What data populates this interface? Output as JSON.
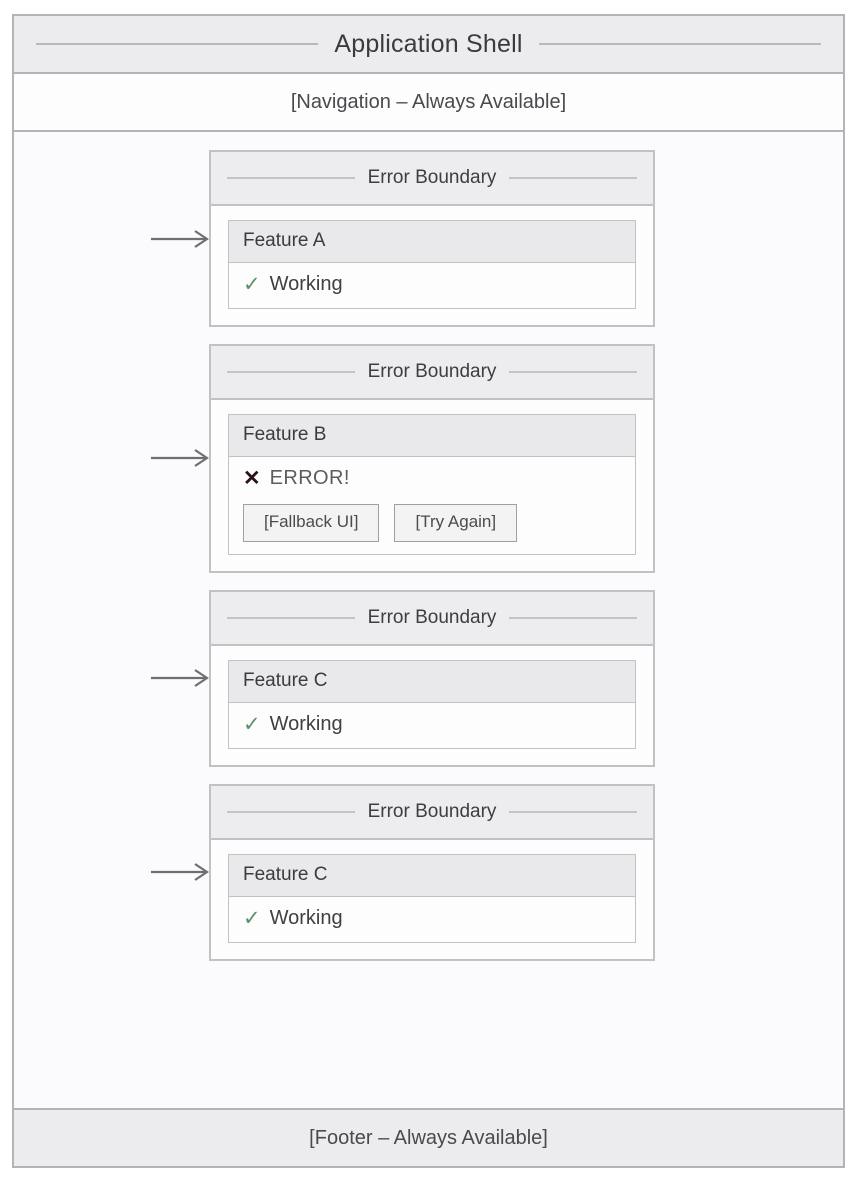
{
  "shell": {
    "title": "Application Shell",
    "navigation_label": "[Navigation – Always Available]",
    "footer_label": "[Footer – Always Available]"
  },
  "colors": {
    "frame_border": "#b4b4b8",
    "band_fill": "#ececee",
    "card_border": "#c2c2c6",
    "feature_head_fill": "#e9e9eb",
    "background": "#fbfafc",
    "status_ok": "#5f8f69",
    "status_error": "#2a1416",
    "text": "#3b3b3f"
  },
  "boundaries": [
    {
      "title": "Error Boundary",
      "arrow_icon": "arrow-right-icon",
      "feature": {
        "name": "Feature A",
        "state": "ok",
        "status_mark": "✓",
        "status_text": "Working",
        "buttons": []
      }
    },
    {
      "title": "Error Boundary",
      "arrow_icon": "arrow-right-icon",
      "feature": {
        "name": "Feature B",
        "state": "error",
        "status_mark": "✕",
        "status_text": "ERROR!",
        "buttons": [
          "[Fallback UI]",
          "[Try Again]"
        ]
      }
    },
    {
      "title": "Error Boundary",
      "arrow_icon": "arrow-right-icon",
      "feature": {
        "name": "Feature C",
        "state": "ok",
        "status_mark": "✓",
        "status_text": "Working",
        "buttons": []
      }
    },
    {
      "title": "Error Boundary",
      "arrow_icon": "arrow-right-icon",
      "feature": {
        "name": "Feature C",
        "state": "ok",
        "status_mark": "✓",
        "status_text": "Working",
        "buttons": []
      }
    }
  ]
}
